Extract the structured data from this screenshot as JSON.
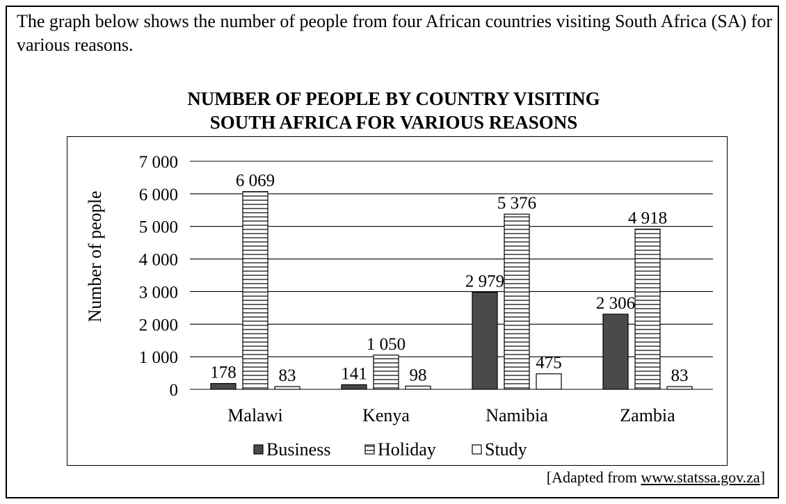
{
  "intro_text": "The graph below shows the number of people from four African countries visiting South Africa (SA) for various reasons.",
  "source": {
    "prefix": "[Adapted from ",
    "link": "www.statssa.gov.za",
    "suffix": "]"
  },
  "colors": {
    "business": "#4a4a4a",
    "holiday_stripe": "#000000",
    "study": "#ffffff"
  },
  "chart_data": {
    "type": "bar",
    "title_line1": "NUMBER OF PEOPLE BY COUNTRY VISITING",
    "title_line2": "SOUTH AFRICA FOR VARIOUS REASONS",
    "xlabel": "",
    "ylabel": "Number of people",
    "ylim": [
      0,
      7000
    ],
    "yticks": [
      0,
      1000,
      2000,
      3000,
      4000,
      5000,
      6000,
      7000
    ],
    "ytick_labels": [
      "0",
      "1 000",
      "2 000",
      "3 000",
      "4 000",
      "5 000",
      "6 000",
      "7 000"
    ],
    "categories": [
      "Malawi",
      "Kenya",
      "Namibia",
      "Zambia"
    ],
    "grid": true,
    "legend_position": "bottom",
    "series": [
      {
        "name": "Business",
        "pattern": "solid-dark",
        "values": [
          178,
          141,
          2979,
          2306
        ],
        "labels": [
          "178",
          "141",
          "2 979",
          "2 306"
        ]
      },
      {
        "name": "Holiday",
        "pattern": "horizontal-stripes",
        "values": [
          6069,
          1050,
          5376,
          4918
        ],
        "labels": [
          "6 069",
          "1 050",
          "5 376",
          "4 918"
        ]
      },
      {
        "name": "Study",
        "pattern": "white",
        "values": [
          83,
          98,
          475,
          83
        ],
        "labels": [
          "83",
          "98",
          "475",
          "83"
        ]
      }
    ]
  }
}
